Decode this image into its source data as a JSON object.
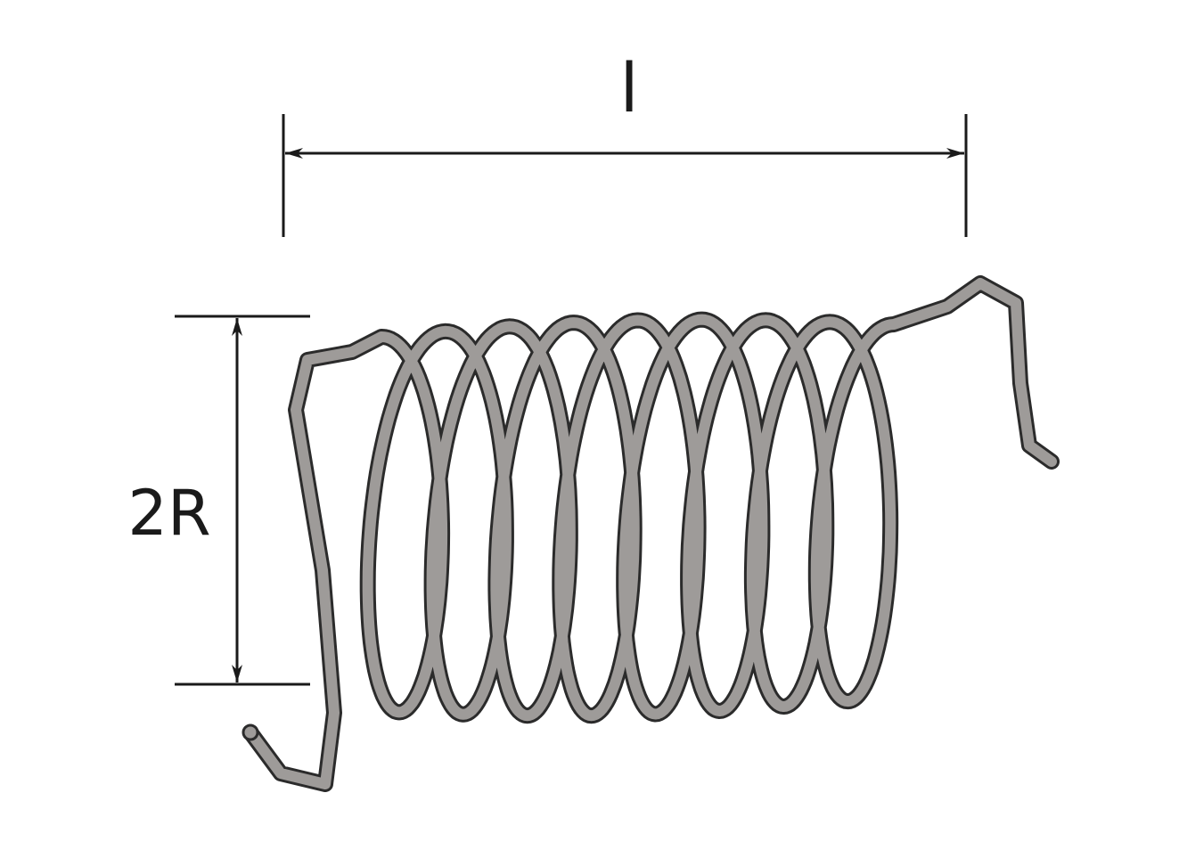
{
  "labels": {
    "length": "l",
    "diameter": "2R"
  },
  "colors": {
    "background": "#ffffff",
    "line": "#1a1a1a",
    "wire_fill": "#9e9b99",
    "wire_outline": "#2b2b2b"
  },
  "coil": {
    "turns": 8
  }
}
